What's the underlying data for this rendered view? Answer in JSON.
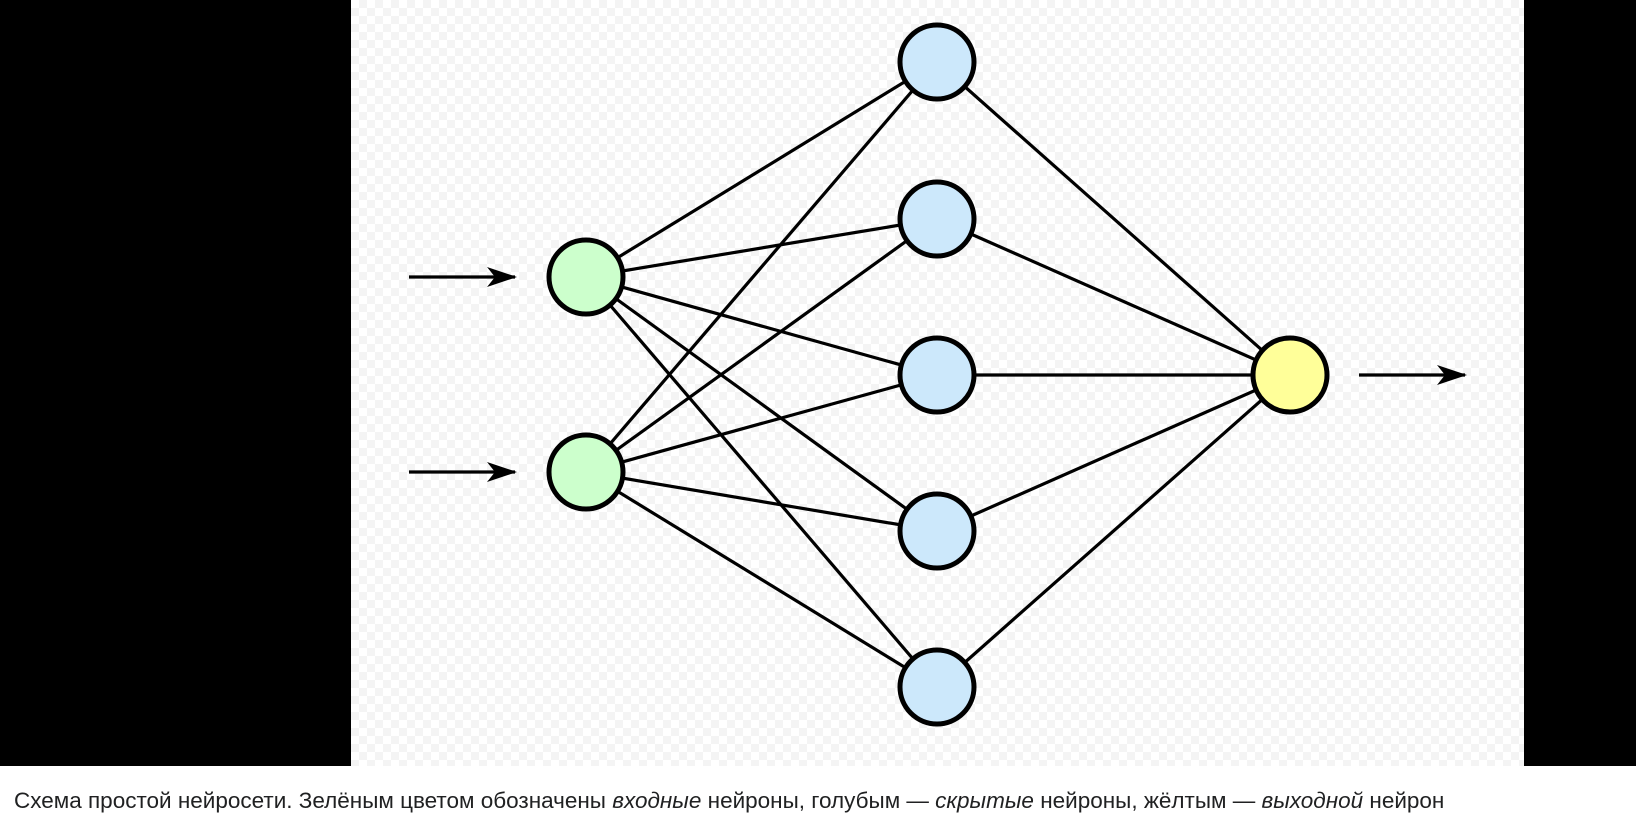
{
  "diagram": {
    "layers": [
      {
        "role": "input",
        "count": 2,
        "fill": "#ccffcc"
      },
      {
        "role": "hidden",
        "count": 5,
        "fill": "#cce8fb"
      },
      {
        "role": "output",
        "count": 1,
        "fill": "#ffff99"
      }
    ],
    "stroke_color": "#000000",
    "connections": "fully-connected between adjacent layers",
    "input_arrows": 2,
    "output_arrows": 1
  },
  "caption": {
    "t1": "Схема простой нейросети. Зелёным цветом обозначены ",
    "e1": "входные",
    "t2": " нейроны, голубым — ",
    "e2": "скрытые",
    "t3": " нейроны, жёлтым — ",
    "e3": "выходной",
    "t4": " нейрон"
  }
}
